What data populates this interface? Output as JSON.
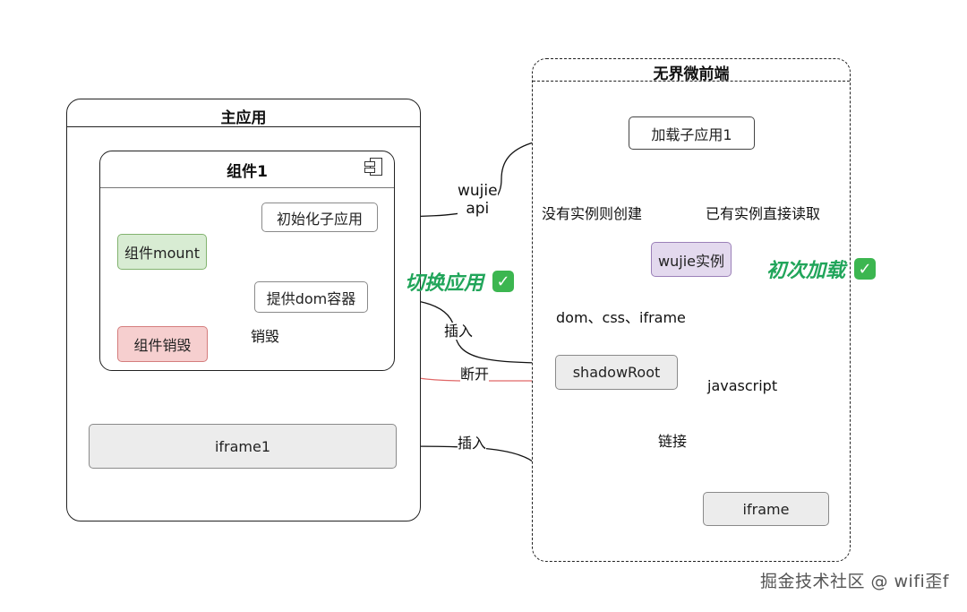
{
  "containers": {
    "main_app_title": "主应用",
    "micro_fe_title": "无界微前端",
    "component1_title": "组件1"
  },
  "nodes": {
    "init_child": "初始化子应用",
    "mount": "组件mount",
    "provide_dom": "提供dom容器",
    "destroy": "组件销毁",
    "iframe1": "iframe1",
    "load_child": "加载子应用1",
    "wujie_instance": "wujie实例",
    "shadow_root": "shadowRoot",
    "iframe": "iframe"
  },
  "edge_labels": {
    "wujie_api": "wujie\napi",
    "create_if_none": "没有实例则创建",
    "read_existing": "已有实例直接读取",
    "dom_css_iframe": "dom、css、iframe",
    "javascript": "javascript",
    "insert_dom": "插入",
    "disconnect": "断开",
    "destroy_edge": "销毁",
    "link": "链接",
    "insert_iframe": "插入"
  },
  "badges": {
    "switch_app": "切换应用",
    "first_load": "初次加载",
    "check_glyph": "✓"
  },
  "colors": {
    "green_fill": "#d8ecd3",
    "red_fill": "#f6cfcf",
    "purple_fill": "#e3d9ee",
    "grey_fill": "#ececec",
    "red_edge": "#e06767",
    "badge_green": "#21a55a"
  },
  "watermark": "掘金技术社区 @ wifi歪f"
}
